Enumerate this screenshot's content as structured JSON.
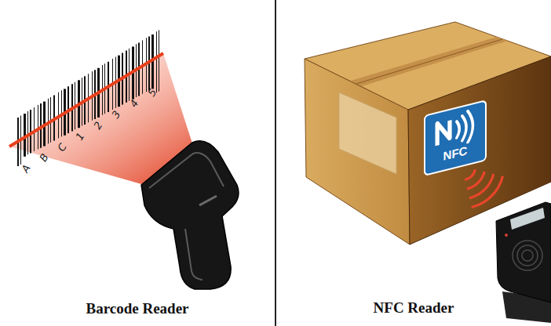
{
  "diagram": {
    "nodes": [
      {
        "text": [
          "NFC"
        ]
      }
    ],
    "labels": [
      "A",
      "B",
      "C",
      "1",
      "2",
      "3",
      "4",
      "5",
      "Barcode Reader",
      "NFC Reader"
    ]
  }
}
